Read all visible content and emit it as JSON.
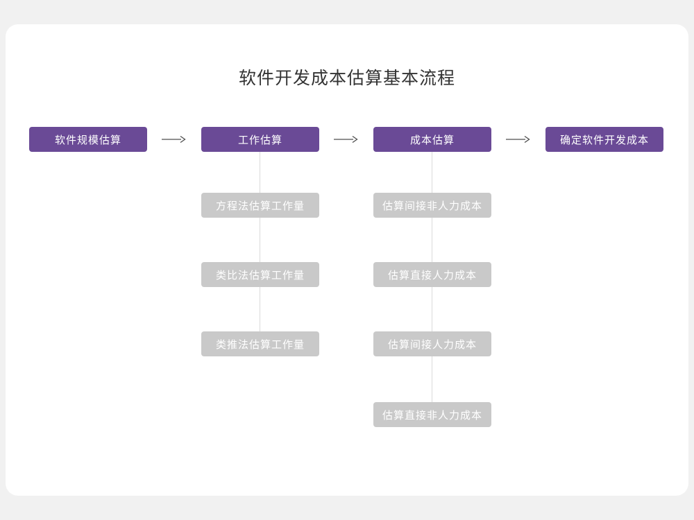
{
  "title": "软件开发成本估算基本流程",
  "flow": {
    "main_steps": [
      "软件规模估算",
      "工作估算",
      "成本估算",
      "确定软件开发成本"
    ],
    "work_sub_steps": [
      "方程法估算工作量",
      "类比法估算工作量",
      "类推法估算工作量"
    ],
    "cost_sub_steps": [
      "估算间接非人力成本",
      "估算直接人力成本",
      "估算间接人力成本",
      "估算直接非人力成本"
    ]
  },
  "colors": {
    "primary": "#6a4a96",
    "sub_box": "#c9c9c9",
    "connector": "#d9d9d9",
    "arrow": "#4d4d4d",
    "card_bg": "#ffffff",
    "page_bg": "#f1f1f1",
    "title_color": "#333333"
  }
}
